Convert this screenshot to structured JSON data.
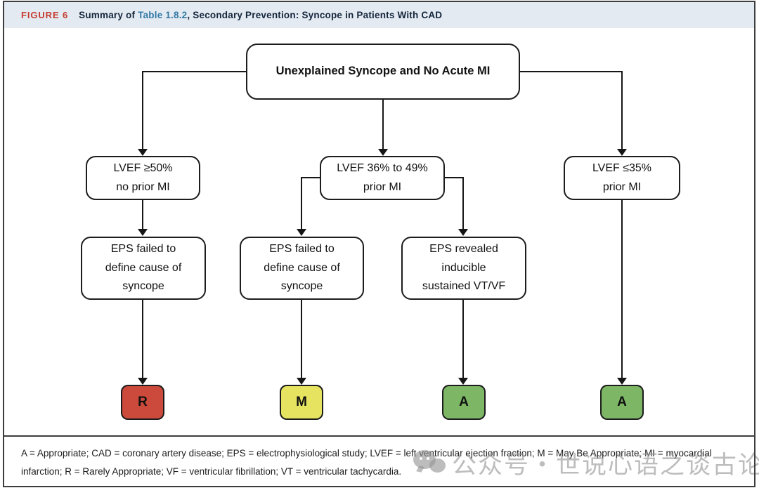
{
  "header": {
    "figure_label": "FIGURE 6",
    "title_prefix": "Summary of ",
    "table_ref": "Table 1.8.2",
    "title_suffix": ", Secondary Prevention: Syncope in Patients With CAD"
  },
  "flowchart": {
    "root": {
      "label": "Unexplained Syncope and No Acute MI"
    },
    "branches": [
      {
        "lines": [
          "LVEF ≥50%",
          "no prior MI"
        ]
      },
      {
        "lines": [
          "LVEF 36% to 49%",
          "prior MI"
        ]
      },
      {
        "lines": [
          "LVEF ≤35%",
          "prior MI"
        ]
      }
    ],
    "eps_nodes": [
      {
        "lines": [
          "EPS failed to",
          "define cause of",
          "syncope"
        ]
      },
      {
        "lines": [
          "EPS failed to",
          "define cause of",
          "syncope"
        ]
      },
      {
        "lines": [
          "EPS revealed",
          "inducible",
          "sustained VT/VF"
        ]
      }
    ],
    "outcomes": [
      {
        "label": "R",
        "color": "#cc4a3c"
      },
      {
        "label": "M",
        "color": "#e6e361"
      },
      {
        "label": "A",
        "color": "#7db766"
      },
      {
        "label": "A",
        "color": "#7db766"
      }
    ]
  },
  "footnote": {
    "text": "A = Appropriate; CAD = coronary artery disease; EPS = electrophysiological study; LVEF = left ventricular ejection fraction; M = May Be Appropriate; MI = myocardial infarction; R = Rarely Appropriate; VF = ventricular fibrillation; VT = ventricular tachycardia."
  },
  "watermark": {
    "icon": "wechat-icon",
    "text": "公众号・世说心语之谈古论今"
  },
  "colors": {
    "figure_label": "#c63d30",
    "title_text": "#15263c",
    "table_ref_link": "#3379a5",
    "header_background": "#e3eaf1",
    "outcome_rarely": "#cc4a3c",
    "outcome_maybe": "#e6e361",
    "outcome_appropriate": "#7db766"
  }
}
